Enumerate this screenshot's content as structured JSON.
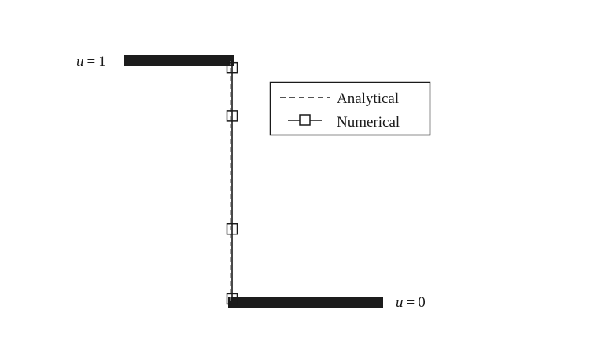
{
  "chart_data": {
    "type": "line",
    "title": "",
    "xlabel": "",
    "ylabel": "",
    "xlim": [
      0,
      1
    ],
    "ylim": [
      0,
      1
    ],
    "grid": false,
    "legend_placement": "top-right",
    "annotations": {
      "left_boundary": {
        "var": "u",
        "eq": "=",
        "val": "1"
      },
      "right_boundary": {
        "var": "u",
        "eq": "=",
        "val": "0"
      }
    },
    "series": [
      {
        "name": "Analytical",
        "style": "dashed",
        "x": [
          0.5,
          0.5
        ],
        "y": [
          1.0,
          0.0
        ]
      },
      {
        "name": "Numerical",
        "style": "solid-square-markers",
        "x": [
          0.5,
          0.5,
          0.5,
          0.5
        ],
        "y": [
          0.97,
          0.77,
          0.3,
          0.01
        ]
      }
    ],
    "colors": {
      "line": "#1a1a1a",
      "analytical": "#888888",
      "bar": "#1c1c1c"
    }
  }
}
